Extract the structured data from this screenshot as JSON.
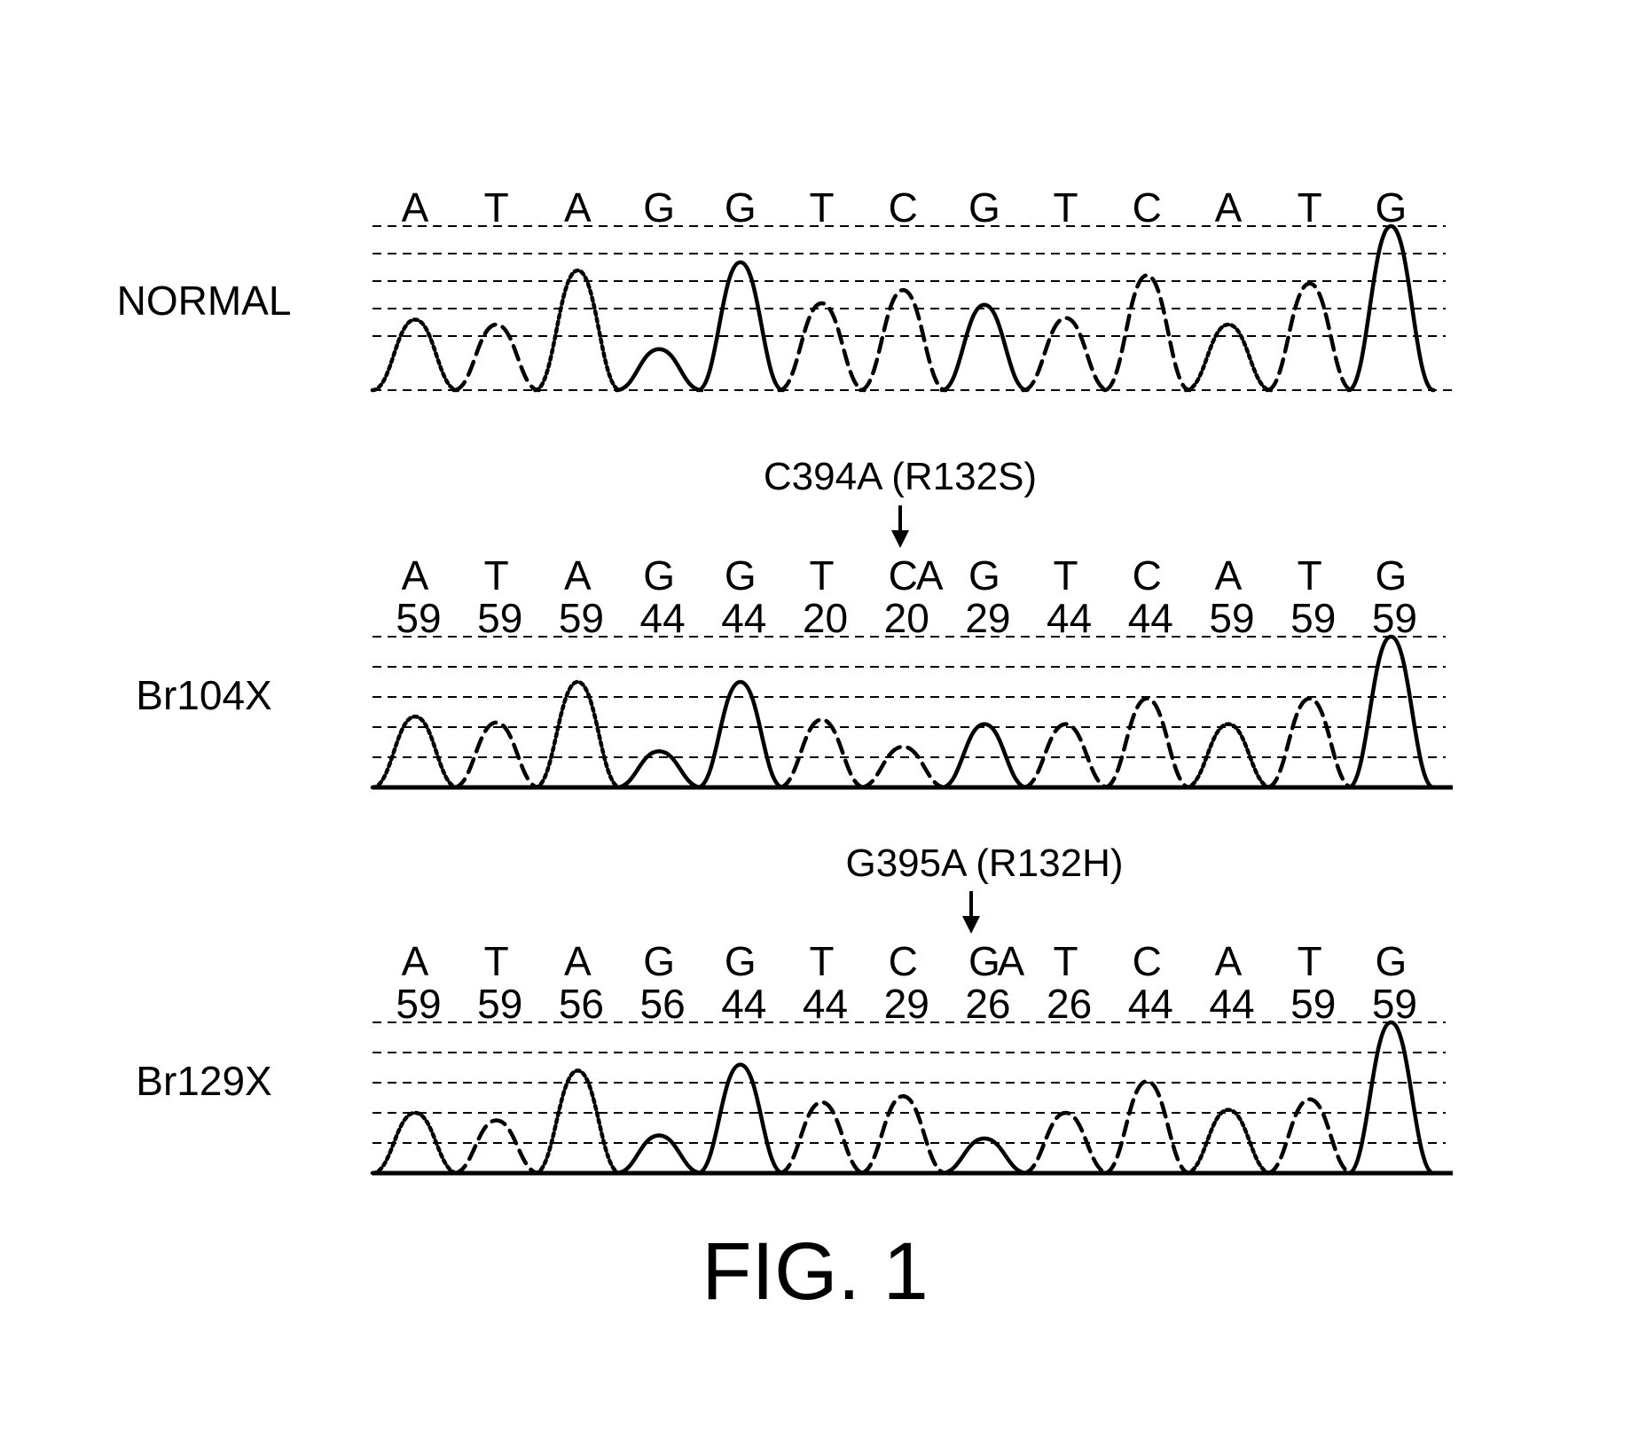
{
  "figure": {
    "caption": "FIG. 1",
    "rows": [
      {
        "label": "NORMAL",
        "mutation": null,
        "bases": [
          {
            "letter": "A",
            "secondary": null,
            "quality": null
          },
          {
            "letter": "T",
            "secondary": null,
            "quality": null
          },
          {
            "letter": "A",
            "secondary": null,
            "quality": null
          },
          {
            "letter": "G",
            "secondary": null,
            "quality": null
          },
          {
            "letter": "G",
            "secondary": null,
            "quality": null
          },
          {
            "letter": "T",
            "secondary": null,
            "quality": null
          },
          {
            "letter": "C",
            "secondary": null,
            "quality": null
          },
          {
            "letter": "G",
            "secondary": null,
            "quality": null
          },
          {
            "letter": "T",
            "secondary": null,
            "quality": null
          },
          {
            "letter": "C",
            "secondary": null,
            "quality": null
          },
          {
            "letter": "A",
            "secondary": null,
            "quality": null
          },
          {
            "letter": "T",
            "secondary": null,
            "quality": null
          },
          {
            "letter": "G",
            "secondary": null,
            "quality": null
          }
        ],
        "peaks": [
          {
            "style": "dotted",
            "height": 0.43
          },
          {
            "style": "dashed",
            "height": 0.4
          },
          {
            "style": "dotted",
            "height": 0.73
          },
          {
            "style": "solid",
            "height": 0.25
          },
          {
            "style": "solid",
            "height": 0.78
          },
          {
            "style": "dashed",
            "height": 0.53
          },
          {
            "style": "dashed",
            "height": 0.61
          },
          {
            "style": "solid",
            "height": 0.52
          },
          {
            "style": "dashed",
            "height": 0.44
          },
          {
            "style": "dashed",
            "height": 0.7
          },
          {
            "style": "dotted",
            "height": 0.4
          },
          {
            "style": "dashed",
            "height": 0.65
          },
          {
            "style": "solid",
            "height": 1.0
          }
        ]
      },
      {
        "label": "Br104X",
        "mutation": {
          "text": "C394A (R132S)",
          "base_index": 6
        },
        "bases": [
          {
            "letter": "A",
            "secondary": null,
            "quality": "59"
          },
          {
            "letter": "T",
            "secondary": null,
            "quality": "59"
          },
          {
            "letter": "A",
            "secondary": null,
            "quality": "59"
          },
          {
            "letter": "G",
            "secondary": null,
            "quality": "44"
          },
          {
            "letter": "G",
            "secondary": null,
            "quality": "44"
          },
          {
            "letter": "T",
            "secondary": null,
            "quality": "20"
          },
          {
            "letter": "C",
            "secondary": "A",
            "quality": "20"
          },
          {
            "letter": "G",
            "secondary": null,
            "quality": "29"
          },
          {
            "letter": "T",
            "secondary": null,
            "quality": "44"
          },
          {
            "letter": "C",
            "secondary": null,
            "quality": "44"
          },
          {
            "letter": "A",
            "secondary": null,
            "quality": "59"
          },
          {
            "letter": "T",
            "secondary": null,
            "quality": "59"
          },
          {
            "letter": "G",
            "secondary": null,
            "quality": "59"
          }
        ],
        "peaks": [
          {
            "style": "dotted",
            "height": 0.47
          },
          {
            "style": "dashed",
            "height": 0.43
          },
          {
            "style": "dotted",
            "height": 0.7
          },
          {
            "style": "solid",
            "height": 0.24
          },
          {
            "style": "solid",
            "height": 0.7
          },
          {
            "style": "dashed",
            "height": 0.45
          },
          {
            "style": "dashed",
            "height": 0.27
          },
          {
            "style": "solid",
            "height": 0.42
          },
          {
            "style": "dashed",
            "height": 0.42
          },
          {
            "style": "dashed",
            "height": 0.59
          },
          {
            "style": "dotted",
            "height": 0.42
          },
          {
            "style": "dashed",
            "height": 0.59
          },
          {
            "style": "solid",
            "height": 1.0
          }
        ]
      },
      {
        "label": "Br129X",
        "mutation": {
          "text": "G395A (R132H)",
          "base_index": 7
        },
        "bases": [
          {
            "letter": "A",
            "secondary": null,
            "quality": "59"
          },
          {
            "letter": "T",
            "secondary": null,
            "quality": "59"
          },
          {
            "letter": "A",
            "secondary": null,
            "quality": "56"
          },
          {
            "letter": "G",
            "secondary": null,
            "quality": "56"
          },
          {
            "letter": "G",
            "secondary": null,
            "quality": "44"
          },
          {
            "letter": "T",
            "secondary": null,
            "quality": "44"
          },
          {
            "letter": "C",
            "secondary": null,
            "quality": "29"
          },
          {
            "letter": "G",
            "secondary": "A",
            "quality": "26"
          },
          {
            "letter": "T",
            "secondary": null,
            "quality": "26"
          },
          {
            "letter": "C",
            "secondary": null,
            "quality": "44"
          },
          {
            "letter": "A",
            "secondary": null,
            "quality": "44"
          },
          {
            "letter": "T",
            "secondary": null,
            "quality": "59"
          },
          {
            "letter": "G",
            "secondary": null,
            "quality": "59"
          }
        ],
        "peaks": [
          {
            "style": "dotted",
            "height": 0.4
          },
          {
            "style": "dashed",
            "height": 0.35
          },
          {
            "style": "dotted",
            "height": 0.68
          },
          {
            "style": "solid",
            "height": 0.25
          },
          {
            "style": "solid",
            "height": 0.72
          },
          {
            "style": "dashed",
            "height": 0.47
          },
          {
            "style": "dashed",
            "height": 0.51
          },
          {
            "style": "solid",
            "height": 0.23
          },
          {
            "style": "dashed",
            "height": 0.4
          },
          {
            "style": "dashed",
            "height": 0.61
          },
          {
            "style": "dotted",
            "height": 0.42
          },
          {
            "style": "dashed",
            "height": 0.49
          },
          {
            "style": "solid",
            "height": 1.0
          }
        ]
      }
    ]
  }
}
